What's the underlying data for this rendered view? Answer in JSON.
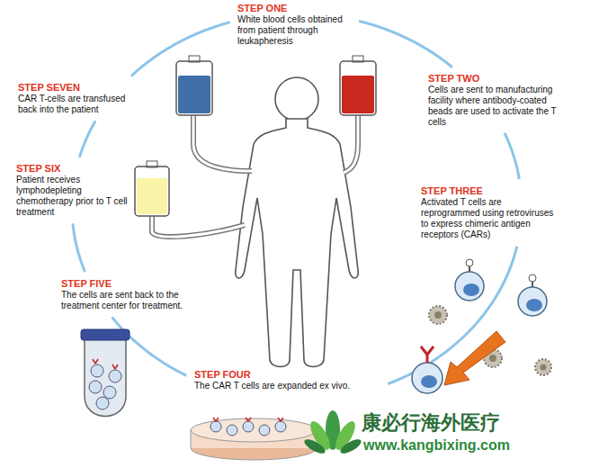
{
  "diagram": {
    "nodes": [
      {
        "text": [
          "STEP ONE",
          "White blood cells obtained from patient through leukapheresis"
        ]
      },
      {
        "text": [
          "STEP TWO",
          "Cells are sent to manufacturing facility where antibody-coated beads are used to activate the T cells"
        ]
      },
      {
        "text": [
          "STEP THREE",
          "Activated T cells are reprogrammed using retroviruses to express chimeric antigen receptors (CARs)"
        ]
      },
      {
        "text": [
          "STEP FOUR",
          "The CAR T cells are expanded ex vivo."
        ]
      },
      {
        "text": [
          "STEP FIVE",
          "The cells are sent back to the treatment center for treatment."
        ]
      },
      {
        "text": [
          "STEP SIX",
          "Patient receives lymphodepleting chemotherapy prior to T cell treatment"
        ]
      },
      {
        "text": [
          "STEP SEVEN",
          "CAR T-cells are transfused back into the patient"
        ]
      }
    ],
    "edges": [
      {
        "from": 0,
        "to": 1,
        "arrow": "none"
      },
      {
        "from": 1,
        "to": 2,
        "arrow": "none"
      },
      {
        "from": 2,
        "to": 3,
        "arrow": "none"
      },
      {
        "from": 3,
        "to": 4,
        "arrow": "none"
      },
      {
        "from": 4,
        "to": 5,
        "arrow": "none"
      },
      {
        "from": 5,
        "to": 6,
        "arrow": "none"
      },
      {
        "from": 6,
        "to": 0,
        "arrow": "none"
      }
    ],
    "labels": [
      "康必行海外医疗",
      "www.kangbixing.com"
    ]
  }
}
